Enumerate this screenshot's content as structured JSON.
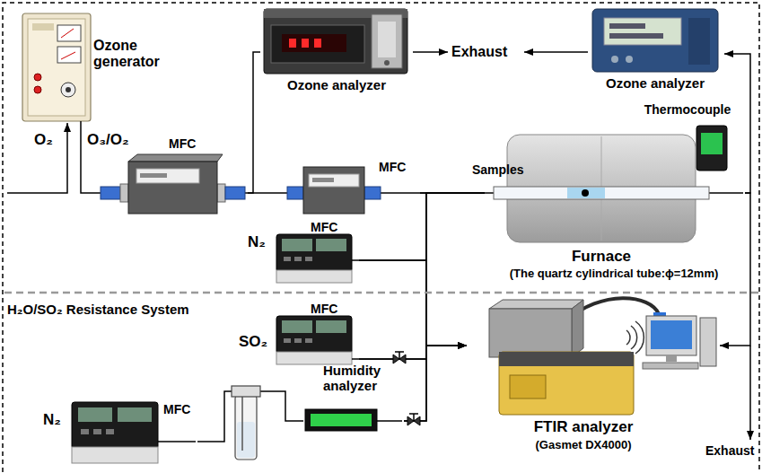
{
  "diagram": {
    "nodes": [
      {
        "text": [
          "Ozone generator"
        ]
      },
      {
        "text": [
          "MFC"
        ]
      },
      {
        "text": [
          "Ozone analyzer"
        ]
      },
      {
        "text": [
          "MFC"
        ]
      },
      {
        "text": [
          "Ozone analyzer"
        ]
      },
      {
        "text": [
          "Thermocouple"
        ]
      },
      {
        "text": [
          "Furnace",
          "(The quartz cylindrical tube:ϕ=12mm)"
        ]
      },
      {
        "text": [
          "MFC"
        ]
      },
      {
        "text": [
          "MFC"
        ]
      },
      {
        "text": [
          "MFC"
        ]
      },
      {
        "text": [
          "Humidity analyzer"
        ]
      },
      {
        "text": [
          "FTIR analyzer",
          "(Gasmet DX4000)"
        ]
      }
    ],
    "edges": [
      {
        "from": 0,
        "to": 1,
        "arrow": "none"
      },
      {
        "from": 1,
        "to": 2,
        "arrow": "none"
      },
      {
        "from": 1,
        "to": 3,
        "arrow": "none"
      },
      {
        "from": 3,
        "to": 6,
        "arrow": "none"
      },
      {
        "from": 3,
        "to": 11,
        "arrow": "to"
      },
      {
        "from": 7,
        "to": 6,
        "arrow": "none"
      },
      {
        "from": 7,
        "to": 11,
        "arrow": "to"
      },
      {
        "from": 8,
        "to": 6,
        "arrow": "none"
      },
      {
        "from": 8,
        "to": 11,
        "arrow": "to"
      },
      {
        "from": 9,
        "to": 10,
        "arrow": "none"
      },
      {
        "from": 10,
        "to": 6,
        "arrow": "none"
      },
      {
        "from": 10,
        "to": 11,
        "arrow": "to"
      },
      {
        "from": 6,
        "to": 4,
        "arrow": "to"
      },
      {
        "from": 6,
        "to": 11,
        "arrow": "to"
      }
    ],
    "labels": [
      "O₂",
      "O₃/O₂",
      "Exhaust",
      "Samples",
      "N₂",
      "H₂O/SO₂ Resistance System",
      "SO₂",
      "N₂",
      "Exhaust"
    ]
  }
}
